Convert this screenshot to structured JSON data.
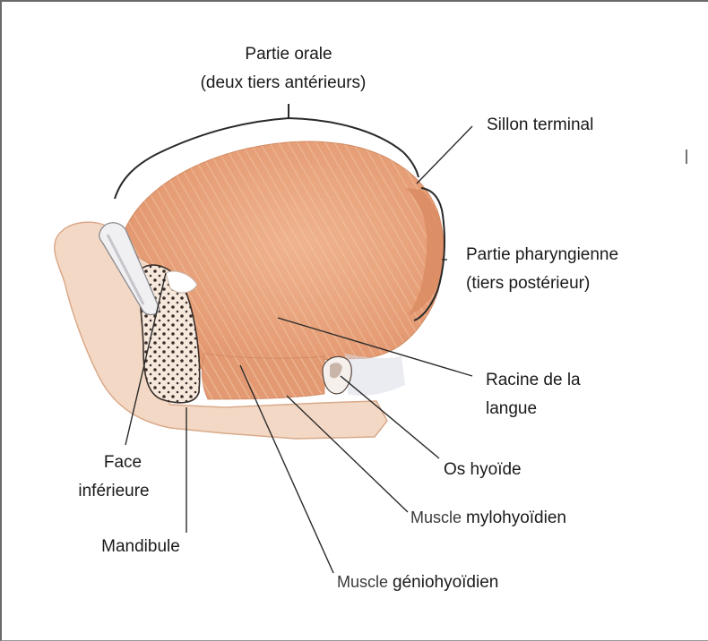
{
  "labels": {
    "partie_orale_1": "Partie orale",
    "partie_orale_2": "(deux tiers antérieurs)",
    "sillon_terminal": "Sillon terminal",
    "partie_pharyngienne_1": "Partie pharyngienne",
    "partie_pharyngienne_2": "(tiers postérieur)",
    "racine_1": "Racine de la",
    "racine_2": "langue",
    "os_hyoide": "Os hyoïde",
    "muscle_mylo_a": "Muscle",
    "muscle_mylo_b": "mylohyoïdien",
    "muscle_genio_a": "Muscle",
    "muscle_genio_b": "géniohyoïdien",
    "face_1": "Face",
    "face_2": "inférieure",
    "mandibule": "Mandibule"
  },
  "colors": {
    "muscle": "#e8a37b",
    "muscle_dark": "#d98a62",
    "muscle_stripe": "#f4c7a8",
    "bone": "#f3d9c5",
    "tooth": "#f0f0f2",
    "leader": "#2a2a2a"
  }
}
